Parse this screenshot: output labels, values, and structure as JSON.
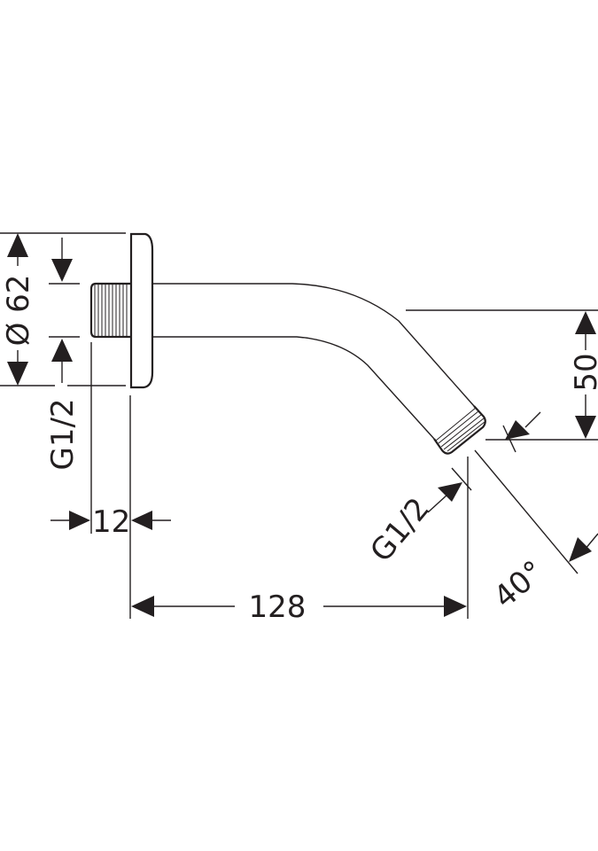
{
  "drawing": {
    "dimensions": {
      "flange_diameter": "Ø 62",
      "inlet_thread": "G1/2",
      "inlet_thread_length": "12",
      "arm_length": "128",
      "drop_height": "50",
      "outlet_thread": "G1/2",
      "angle": "40°"
    },
    "colors": {
      "line": "#231f20",
      "background": "#ffffff"
    }
  }
}
